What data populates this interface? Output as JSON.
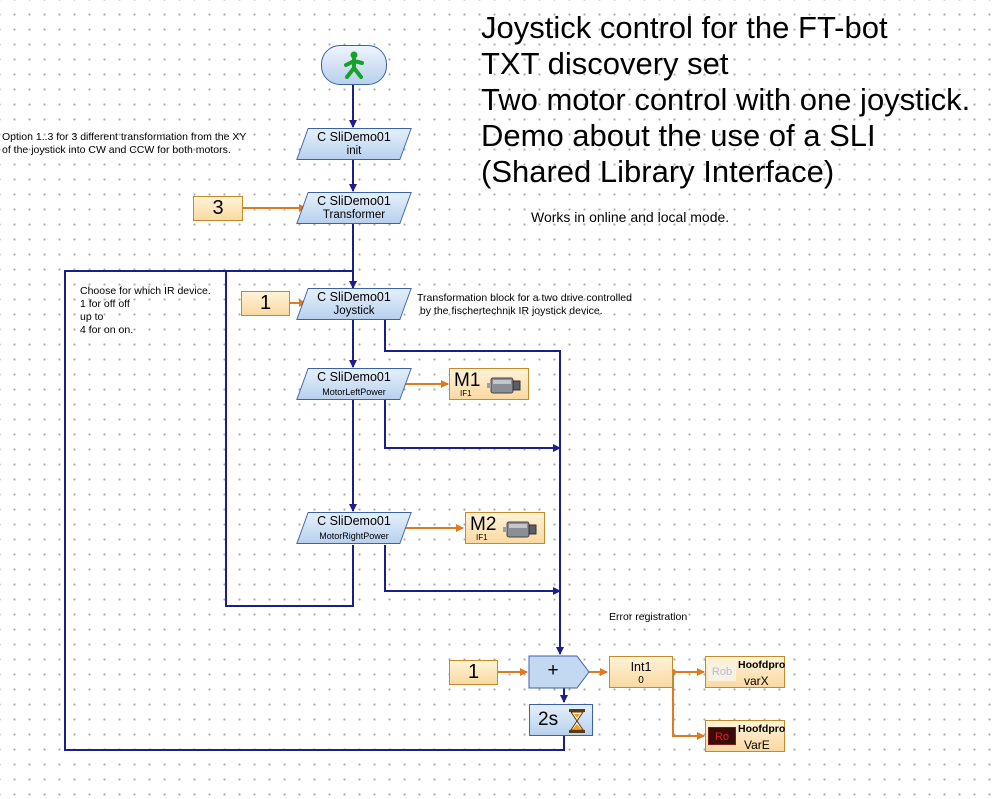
{
  "title_lines": [
    "Joystick control for the FT-bot",
    "TXT discovery set",
    "Two motor control with one joystick.",
    "Demo about the use of a SLI",
    "(Shared Library Interface)"
  ],
  "mode_note": "Works in online and local mode.",
  "notes": {
    "option": [
      "Option 1..3 for 3 different transformation  from the XY",
      "of the joystick into CW and CCW for both motors."
    ],
    "ir_device": [
      "Choose for which IR device.",
      "1 for off off",
      "up to",
      "4 for on on."
    ],
    "transformation": [
      "Transformation block for a two drive controlled",
      " by the fischertechnik IR joystick device."
    ],
    "error": "Error registration"
  },
  "blocks": {
    "init": {
      "line1": "C SliDemo01",
      "line2": "init"
    },
    "transformer": {
      "line1": "C SliDemo01",
      "line2": "Transformer"
    },
    "joystick": {
      "line1": "C SliDemo01",
      "line2": "Joystick"
    },
    "motor_left_power": {
      "line1": "C SliDemo01",
      "line2": "MotorLeftPower"
    },
    "motor_right_power": {
      "line1": "C SliDemo01",
      "line2": "MotorRightPower"
    }
  },
  "constants": {
    "transformer_input": "3",
    "joystick_input": "1",
    "plus_input": "1"
  },
  "motors": {
    "m1": {
      "name": "M1",
      "interface": "IF1"
    },
    "m2": {
      "name": "M2",
      "interface": "IF1"
    }
  },
  "operator": {
    "symbol": "+"
  },
  "wait": {
    "label": "2s"
  },
  "variable": {
    "name": "Int1",
    "value": "0"
  },
  "displays": {
    "varx": {
      "screen": "Rob",
      "program": "Hoofdpro",
      "name": "varX"
    },
    "vare": {
      "screen": "Ro",
      "program": "Hoofdpro",
      "name": "VarE"
    }
  },
  "colors": {
    "flow": "#1b1f8c",
    "data": "#e07a1f",
    "block_fill": "#c8dcf2",
    "io_fill": "#fbe3b6"
  }
}
